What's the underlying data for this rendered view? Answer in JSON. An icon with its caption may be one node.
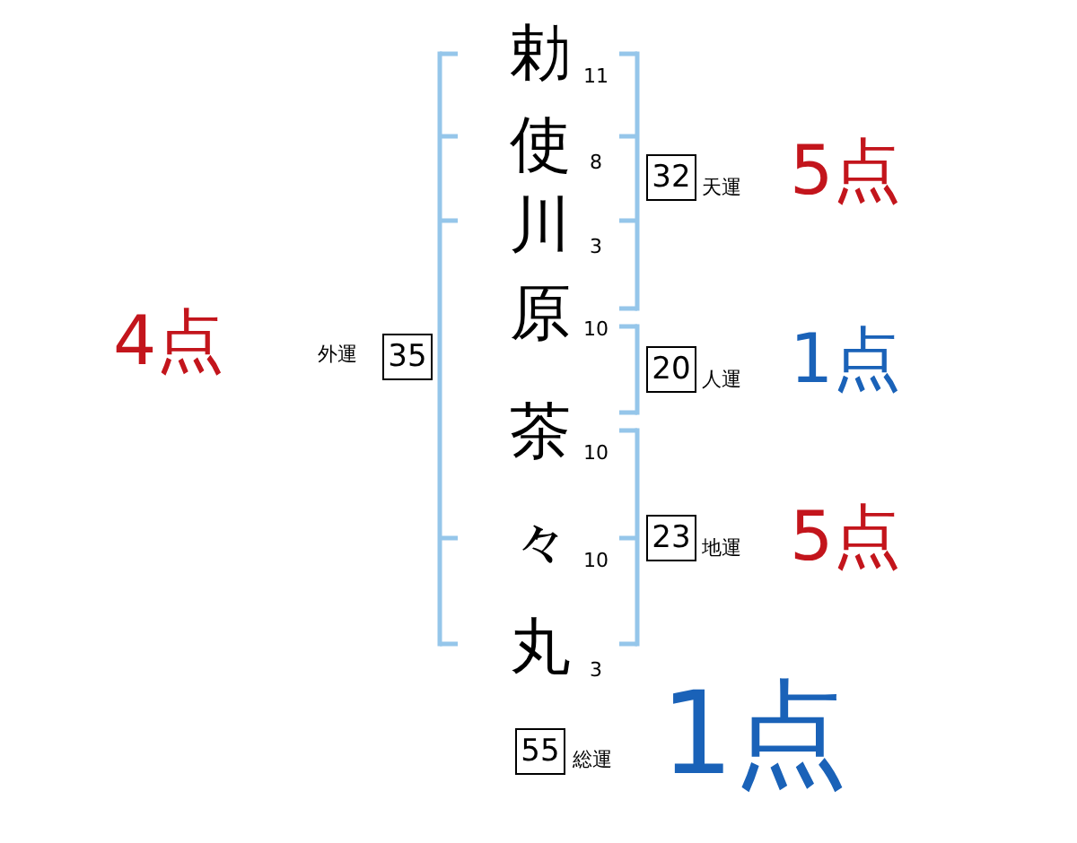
{
  "diagram": {
    "nodes": [
      {
        "text": [
          "32"
        ],
        "beside": [
          "天運",
          "5点"
        ]
      },
      {
        "text": [
          "35"
        ],
        "beside": [
          "外運",
          "4点"
        ]
      },
      {
        "text": [
          "20"
        ],
        "beside": [
          "人運",
          "1点"
        ]
      },
      {
        "text": [
          "23"
        ],
        "beside": [
          "地運",
          "5点"
        ]
      },
      {
        "text": [
          "55"
        ],
        "beside": [
          "総運",
          "1点"
        ]
      }
    ],
    "labels": [
      "勅",
      "11",
      "使",
      "8",
      "川",
      "3",
      "原",
      "10",
      "茶",
      "10",
      "々",
      "10",
      "丸",
      "3"
    ]
  }
}
